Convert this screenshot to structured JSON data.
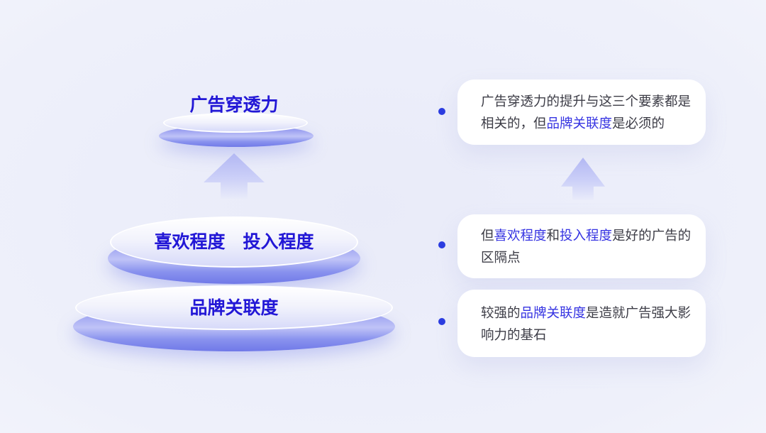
{
  "pyramid": {
    "title": "广告穿透力",
    "middle_label": "喜欢程度　投入程度",
    "bottom_label": "品牌关联度"
  },
  "notes": [
    {
      "segments": [
        {
          "text": "广告穿透力的提升与这三个要素都是相关的，但",
          "highlight": false
        },
        {
          "text": "品牌关联度",
          "highlight": true
        },
        {
          "text": "是必须的",
          "highlight": false
        }
      ]
    },
    {
      "segments": [
        {
          "text": "但",
          "highlight": false
        },
        {
          "text": "喜欢程度",
          "highlight": true
        },
        {
          "text": "和",
          "highlight": false
        },
        {
          "text": "投入程度",
          "highlight": true
        },
        {
          "text": "是好的广告的区隔点",
          "highlight": false
        }
      ]
    },
    {
      "segments": [
        {
          "text": "较强的",
          "highlight": false
        },
        {
          "text": "品牌关联度",
          "highlight": true
        },
        {
          "text": "是造就广告强大影响力的基石",
          "highlight": false
        }
      ]
    }
  ],
  "colors": {
    "background_lavender": "#eef0fa",
    "disc_rim_blue": "#8790ee",
    "disc_surface_bottom": "#d7daf9",
    "disc_label_blue": "#2217d6",
    "note_highlight_blue": "#3634e2",
    "note_body_text": "#3c3c46",
    "bullet_blue": "#2b3ce0",
    "arrow_purple": "#b2b7f3",
    "card_background": "#ffffff"
  }
}
